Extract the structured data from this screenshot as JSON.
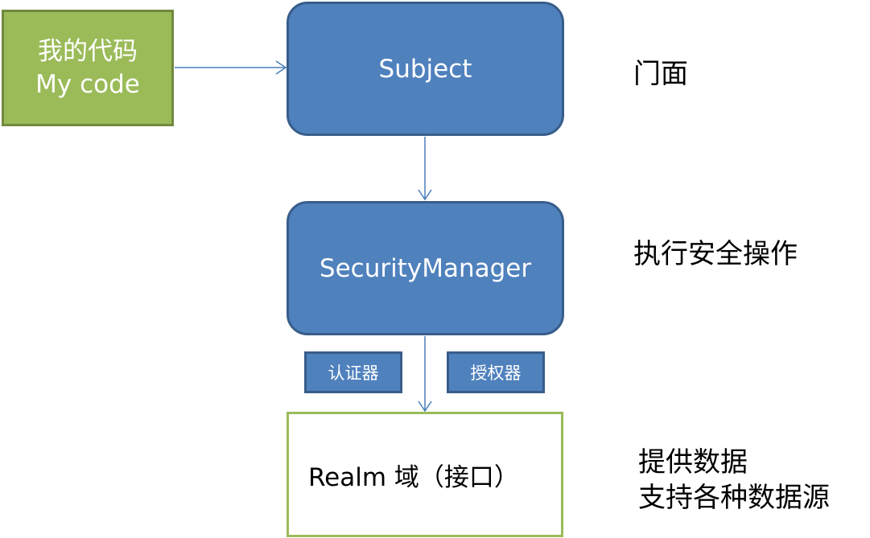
{
  "nodes": {
    "my_code": {
      "line1": "我的代码",
      "line2": "My code"
    },
    "subject": {
      "label": "Subject"
    },
    "security_manager": {
      "label": "SecurityManager"
    },
    "authenticator": {
      "label": "认证器"
    },
    "authorizer": {
      "label": "授权器"
    },
    "realm": {
      "label": "Realm 域（接口）"
    }
  },
  "annotations": {
    "facade": "门面",
    "exec": "执行安全操作",
    "data_line1": "提供数据",
    "data_line2": "支持各种数据源"
  },
  "colors": {
    "green_fill": "#9bbb59",
    "green_border": "#71893f",
    "blue_fill": "#4f81bd",
    "blue_border": "#385d8a",
    "arrow": "#4a7ebb"
  }
}
